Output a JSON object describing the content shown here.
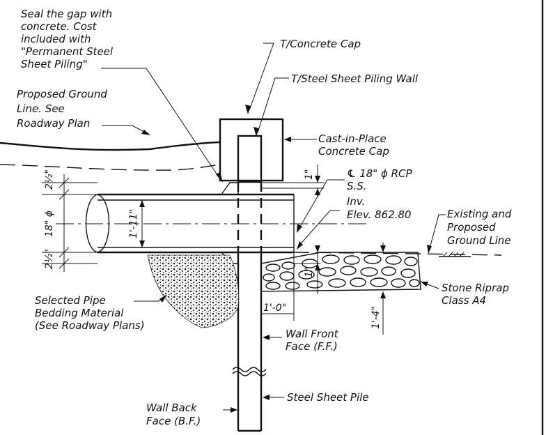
{
  "notes": {
    "seal_gap": [
      "Seal the gap with",
      "concrete. Cost",
      "included with",
      "\"Permanent Steel",
      "Sheet Piling\""
    ],
    "proposed_ground": [
      "Proposed Ground",
      "Line. See",
      "Roadway Plan"
    ],
    "t_concrete_cap": "T/Concrete Cap",
    "t_steel_sheet": "T/Steel Sheet Piling Wall",
    "cip_cap": [
      "Cast-in-Place",
      "Concrete Cap"
    ],
    "rcp_center": "℄ 18\" ϕ RCP",
    "rcp_ss": "S.S.",
    "inv": [
      "Inv.",
      "Elev. 862.80"
    ],
    "existing_ground": [
      "Existing and",
      "Proposed",
      "Ground Line"
    ],
    "stone_riprap": [
      "Stone Riprap",
      "Class A4"
    ],
    "pipe_bedding": [
      "Selected Pipe",
      "Bedding Material",
      "(See Roadway Plans)"
    ],
    "wall_front": [
      "Wall Front",
      "Face (F.F.)"
    ],
    "steel_sheet_pile": "Steel Sheet Pile",
    "wall_back": [
      "Wall Back",
      "Face (B.F.)"
    ]
  },
  "dimensions": {
    "top_clear": "2½\"",
    "pipe_dia": "18\" ϕ",
    "bottom_clear": "2½\"",
    "pipe_inside": "1'-11\"",
    "cap_gap": "1\"",
    "riprap_gap": "1\"",
    "offset": "1'-0\"",
    "riprap_depth": "1'-4\""
  }
}
